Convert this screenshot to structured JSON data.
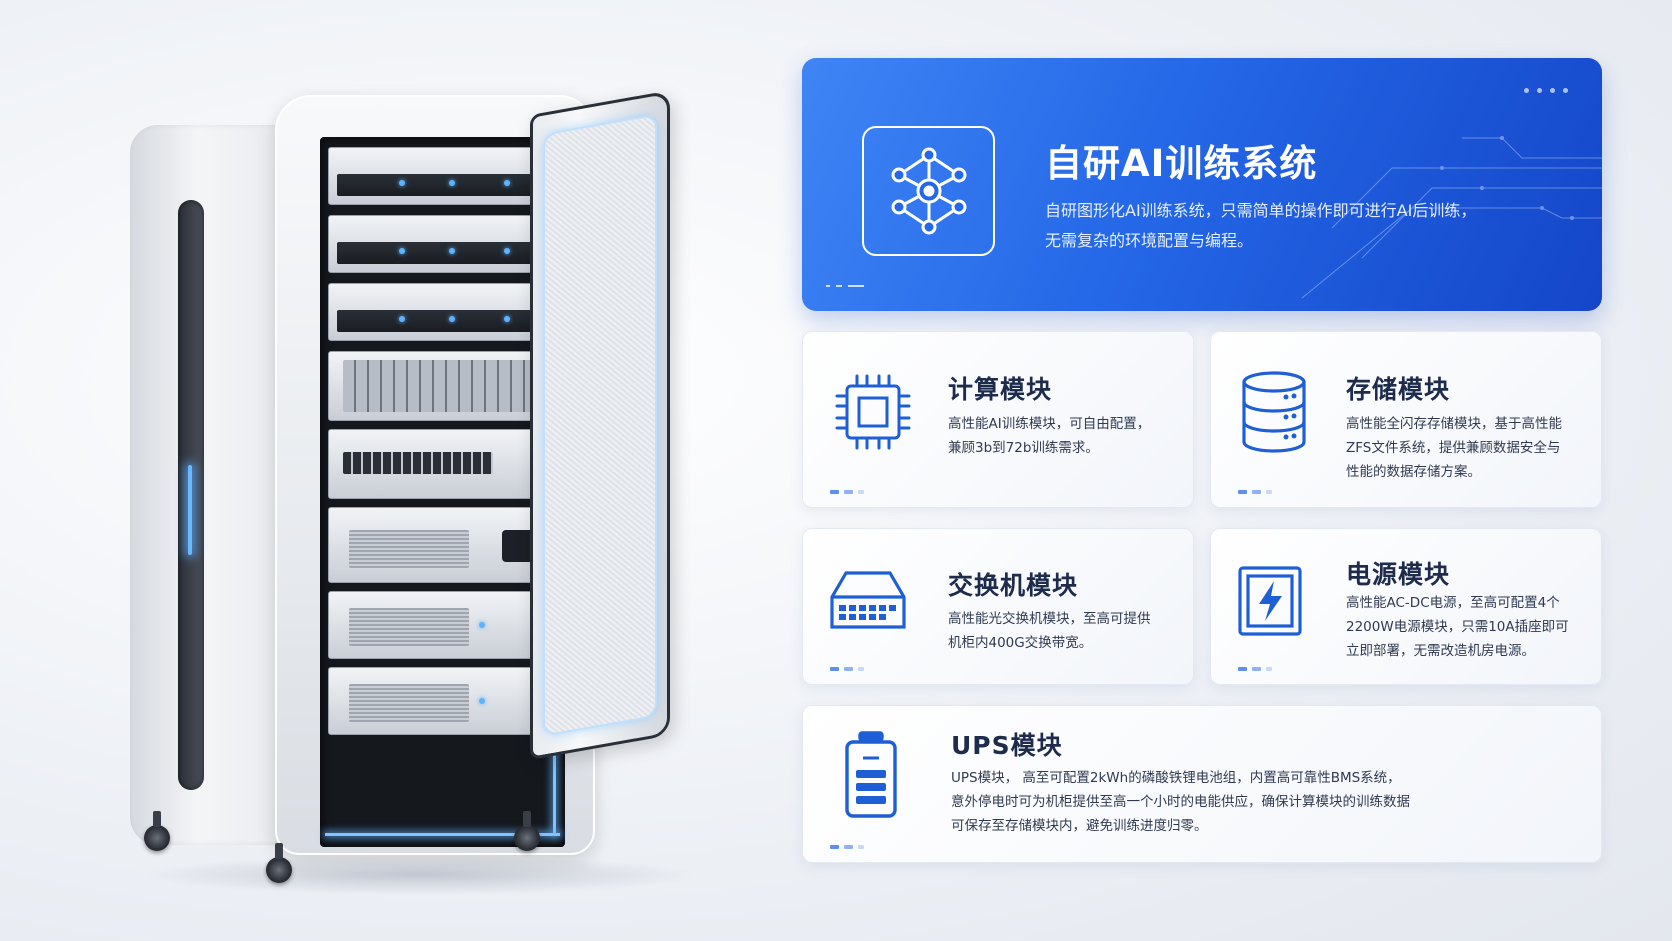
{
  "hero": {
    "title": "自研AI训练系统",
    "desc_line1": "自研图形化AI训练系统，只需简单的操作即可进行AI后训练，",
    "desc_line2": "无需复杂的环境配置与编程。",
    "icon": "neural-network-icon"
  },
  "modules": [
    {
      "title": "计算模块",
      "icon": "cpu-chip-icon",
      "lines": [
        "高性能AI训练模块，可自由配置，",
        "兼顾3b到72b训练需求。"
      ]
    },
    {
      "title": "存储模块",
      "icon": "database-icon",
      "lines": [
        "高性能全闪存存储模块，基于高性能",
        "ZFS文件系统，提供兼顾数据安全与",
        "性能的数据存储方案。"
      ]
    },
    {
      "title": "交换机模块",
      "icon": "network-switch-icon",
      "lines": [
        "高性能光交换机模块，至高可提供",
        "机柜内400G交换带宽。"
      ]
    },
    {
      "title": "电源模块",
      "icon": "power-lightning-icon",
      "lines": [
        "高性能AC-DC电源，至高可配置4个",
        "2200W电源模块，只需10A插座即可",
        "立即部署，无需改造机房电源。"
      ]
    },
    {
      "title": "UPS模块",
      "icon": "battery-icon",
      "lines": [
        "UPS模块， 高至可配置2kWh的磷酸铁锂电池组，内置高可靠性BMS系统，",
        "意外停电时可为机柜提供至高一个小时的电能供应，确保计算模块的训练数据",
        "可保存至存储模块内，避免训练进度归零。"
      ]
    }
  ],
  "colors": {
    "accent": "#2467e7",
    "icon_blue": "#1f5fd6",
    "title_dark": "#1d2b4d"
  }
}
